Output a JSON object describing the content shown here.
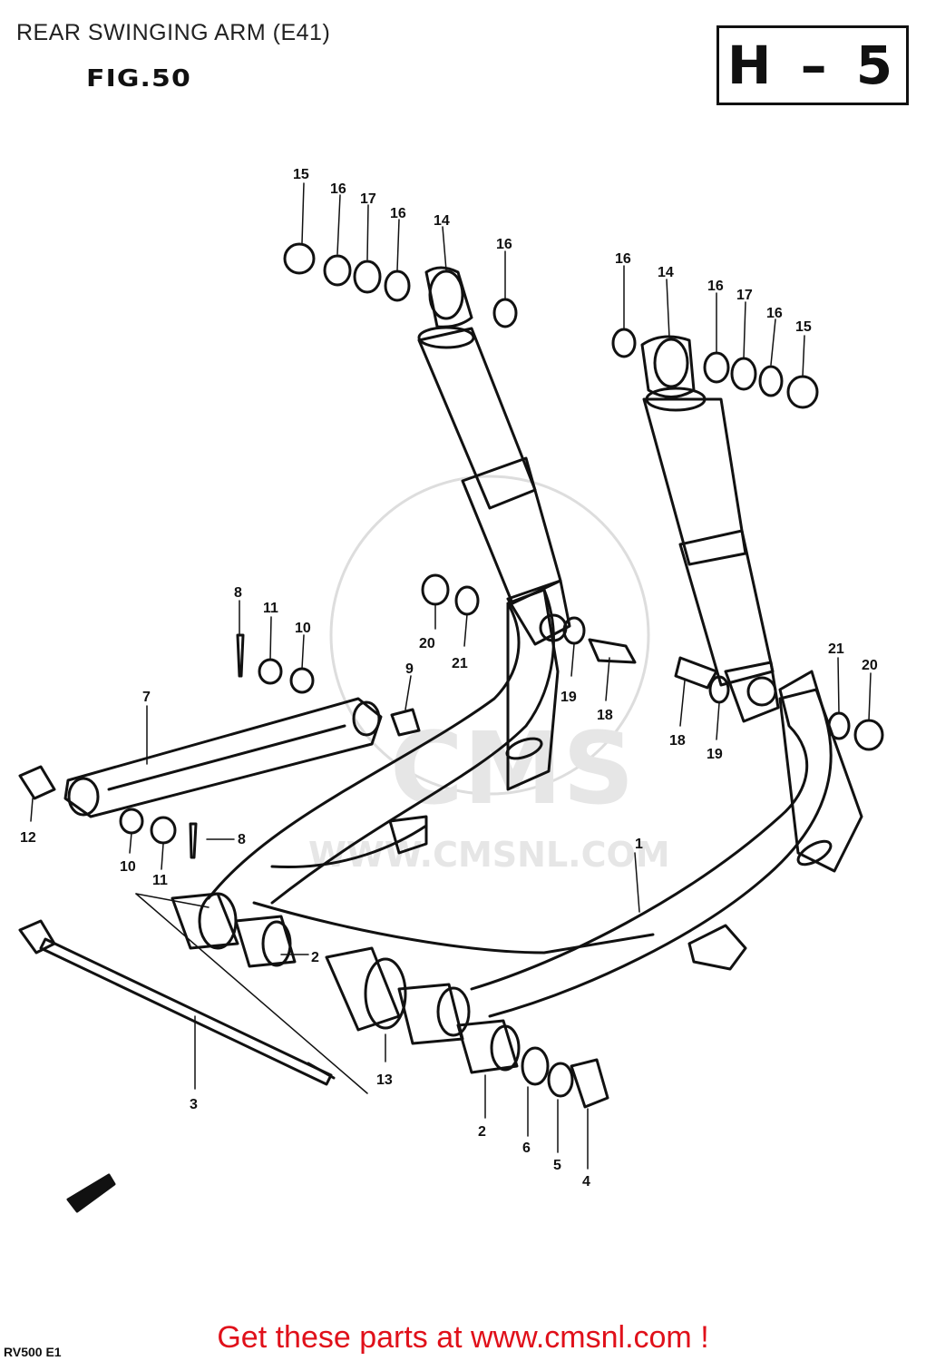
{
  "header": {
    "title": "REAR SWINGING ARM (E41)",
    "figure_label": "FIG.50",
    "page_code": "H – 5"
  },
  "watermark": {
    "brand": "CMS",
    "url": "WWW.CMSNL.COM"
  },
  "callouts": [
    "1",
    "2",
    "2",
    "3",
    "4",
    "5",
    "6",
    "7",
    "8",
    "8",
    "9",
    "10",
    "10",
    "11",
    "11",
    "12",
    "13",
    "14",
    "14",
    "15",
    "15",
    "16",
    "16",
    "16",
    "16",
    "16",
    "16",
    "17",
    "17",
    "18",
    "18",
    "19",
    "19",
    "20",
    "20",
    "21",
    "21"
  ],
  "footer": {
    "cta": "Get these parts at www.cmsnl.com !",
    "model_code": "RV500 E1"
  },
  "colors": {
    "line": "#111111",
    "footer_text": "#e0101a",
    "watermark": "#dddddd"
  }
}
